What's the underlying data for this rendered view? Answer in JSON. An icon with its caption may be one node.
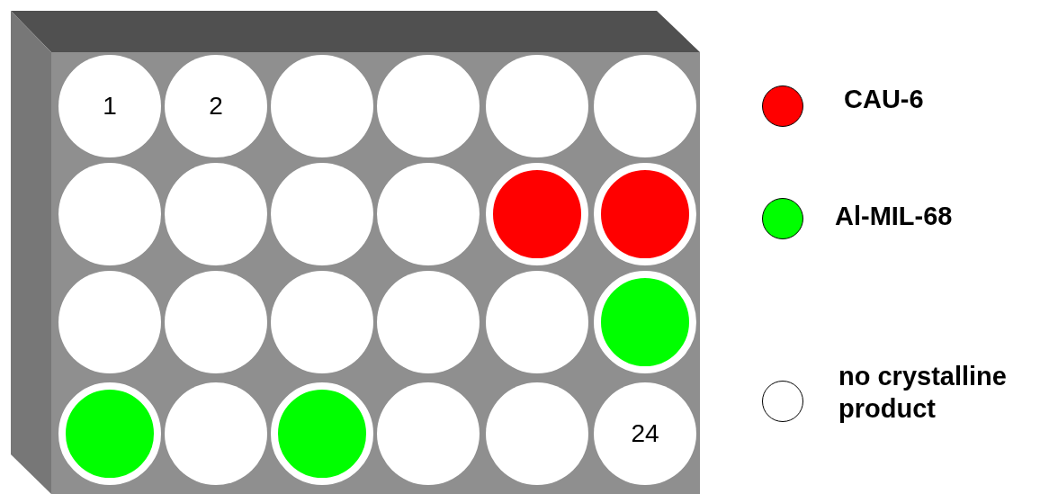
{
  "diagram": {
    "nodes": [
      {
        "text": [
          "1"
        ]
      },
      {
        "text": [
          "2"
        ]
      },
      {
        "text": [],
        "shape": "circle"
      },
      {
        "text": [],
        "shape": "circle"
      },
      {
        "text": [],
        "shape": "circle"
      },
      {
        "text": [],
        "shape": "circle"
      },
      {
        "text": [],
        "shape": "circle"
      },
      {
        "text": [],
        "shape": "circle"
      },
      {
        "text": [],
        "shape": "circle"
      },
      {
        "text": [],
        "shape": "circle"
      },
      {
        "text": [],
        "shape": "circle"
      },
      {
        "text": [],
        "shape": "circle"
      },
      {
        "text": [],
        "shape": "circle"
      },
      {
        "text": [],
        "shape": "circle"
      },
      {
        "text": [],
        "shape": "circle"
      },
      {
        "text": [],
        "shape": "circle"
      },
      {
        "text": [],
        "shape": "circle"
      },
      {
        "text": [],
        "shape": "circle"
      },
      {
        "text": [],
        "shape": "circle"
      },
      {
        "text": [],
        "shape": "circle"
      },
      {
        "text": [],
        "shape": "circle"
      },
      {
        "text": [],
        "shape": "circle"
      },
      {
        "text": [],
        "shape": "circle"
      },
      {
        "text": [
          "24"
        ]
      }
    ],
    "legend": [
      {
        "text": "CAU-6",
        "color": "#ff0000"
      },
      {
        "text": "Al-MIL-68",
        "color": "#00ff00"
      },
      {
        "text": "no crystalline product",
        "color": "#ffffff"
      }
    ]
  }
}
